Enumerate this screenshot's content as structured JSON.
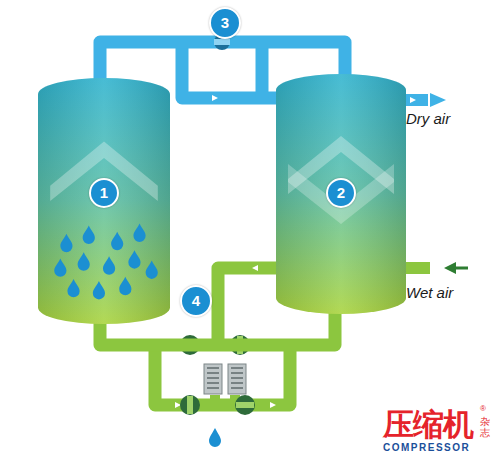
{
  "diagram": {
    "nodes": [
      {
        "text": [
          "1"
        ]
      },
      {
        "text": [
          "2"
        ]
      },
      {
        "text": [
          "3"
        ]
      },
      {
        "text": [
          "4"
        ]
      }
    ],
    "edges": [
      {
        "from": 1,
        "to": 0,
        "arrow": "none"
      },
      {
        "from": 0,
        "to": 1,
        "arrow": "none"
      }
    ],
    "labels": [
      "Dry air",
      "Wet air",
      "压缩机",
      "杂志",
      "®",
      "COMPRESSOR"
    ]
  }
}
